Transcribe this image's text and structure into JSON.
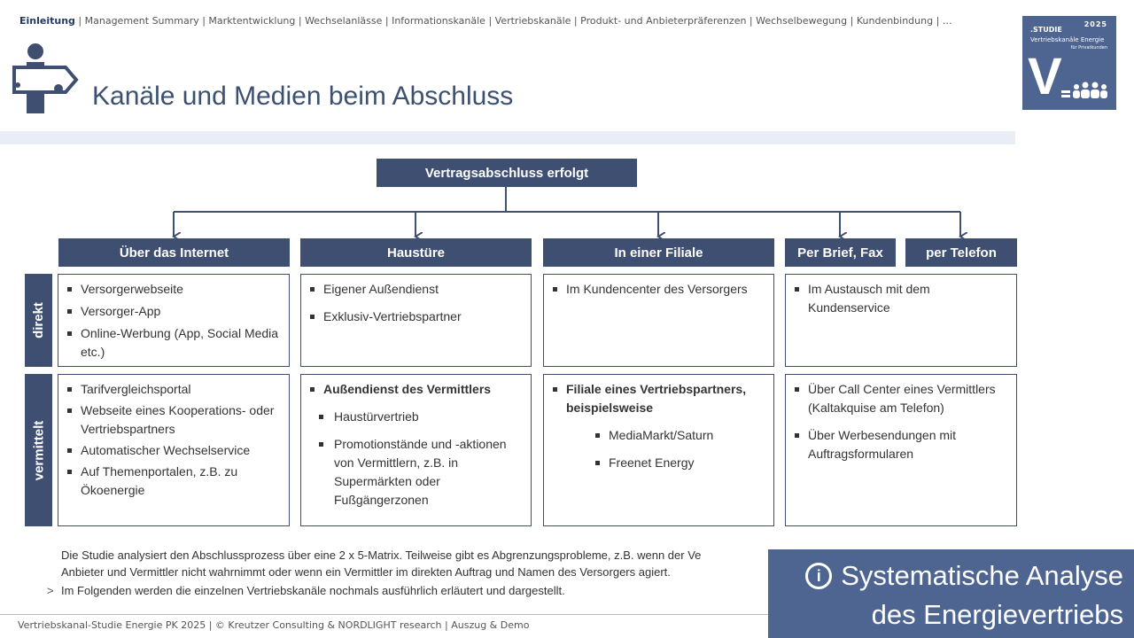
{
  "nav": {
    "active": "Einleitung",
    "rest": " | Management Summary | Marktentwicklung | Wechselanlässe | Informationskanäle | Vertriebskanäle | Produkt- und Anbieterpräferenzen | Wechselbewegung | Kundenbindung | …"
  },
  "badge": {
    "study": ".STUDIE",
    "year": "2025",
    "line1": "Vertriebskanäle Energie",
    "line2": "für Privatkunden",
    "letter": "V"
  },
  "page_title": "Kanäle und Medien beim Abschluss",
  "diagram": {
    "root": "Vertragsabschluss erfolgt",
    "columns": [
      "Über das Internet",
      "Haustüre",
      "In einer Filiale",
      "Per Brief, Fax",
      "per Telefon"
    ],
    "rows": [
      "direkt",
      "vermittelt"
    ],
    "direkt": {
      "internet": [
        "Versorgerwebseite",
        "Versorger-App",
        "Online-Werbung (App, Social Media etc.)"
      ],
      "haustuere": [
        "Eigener Außendienst",
        "Exklusiv-Vertriebspartner"
      ],
      "filiale": [
        "Im Kundencenter des Versorgers"
      ],
      "brief_telefon": [
        "Im Austausch mit dem Kundenservice"
      ]
    },
    "vermittelt": {
      "internet": [
        "Tarifvergleichsportal",
        "Webseite eines Kooperations- oder Vertriebspartners",
        "Automatischer Wechselservice",
        "Auf Themenportalen, z.B. zu Ökoenergie"
      ],
      "haustuere_head": "Außendienst des Vermittlers",
      "haustuere": [
        "Haustürvertrieb",
        "Promotionstände und -aktionen von Vermittlern, z.B. in Supermärkten oder Fußgängerzonen"
      ],
      "filiale_head": "Filiale eines Vertriebspartners, beispielsweise",
      "filiale": [
        "MediaMarkt/Saturn",
        "Freenet Energy"
      ],
      "brief_telefon": [
        "Über Call Center eines Vermittlers (Kaltakquise am Telefon)",
        "Über Werbesendungen mit Auftragsformularen"
      ]
    }
  },
  "notes": [
    "Die Studie analysiert den Abschlussprozess über eine 2 x 5-Matrix. Teilweise gibt es Abgrenzungsprobleme, z.B. wenn der Ve",
    "Anbieter und Vermittler nicht wahrnimmt oder wenn ein Vermittler im direkten Auftrag und Namen des Versorgers agiert.",
    "Im Folgenden werden die einzelnen Vertriebskanäle nochmals ausführlich erläutert und dargestellt."
  ],
  "callout": {
    "icon": "info-icon",
    "line1": "Systematische Analyse",
    "line2": "des Energievertriebs"
  },
  "footer": "Vertriebskanal-Studie Energie PK 2025 | © Kreutzer Consulting & NORDLIGHT research | Auszug & Demo",
  "colors": {
    "header_fill": "#3e4f72",
    "badge_fill": "#4e6591",
    "title": "#3c5070",
    "title_bar": "#e8edf6"
  }
}
